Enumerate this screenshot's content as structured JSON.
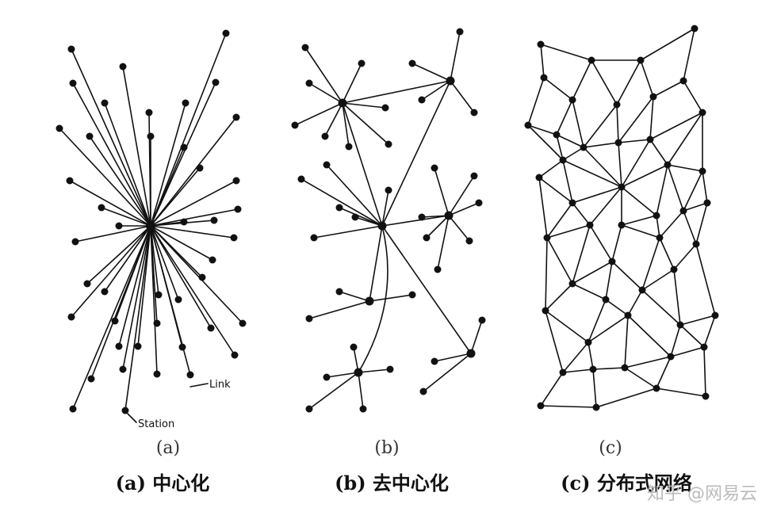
{
  "panels": [
    {
      "id": "a",
      "sublabel": "(a)",
      "caption": "(a) 中心化"
    },
    {
      "id": "b",
      "sublabel": "(b)",
      "caption": "(b) 去中心化"
    },
    {
      "id": "c",
      "sublabel": "(c)",
      "caption": "(c) 分布式网络"
    }
  ],
  "annotations": {
    "link": "Link",
    "station": "Station"
  },
  "watermark": "知乎 @网易云",
  "colors": {
    "ink": "#111111",
    "background": "#ffffff"
  }
}
